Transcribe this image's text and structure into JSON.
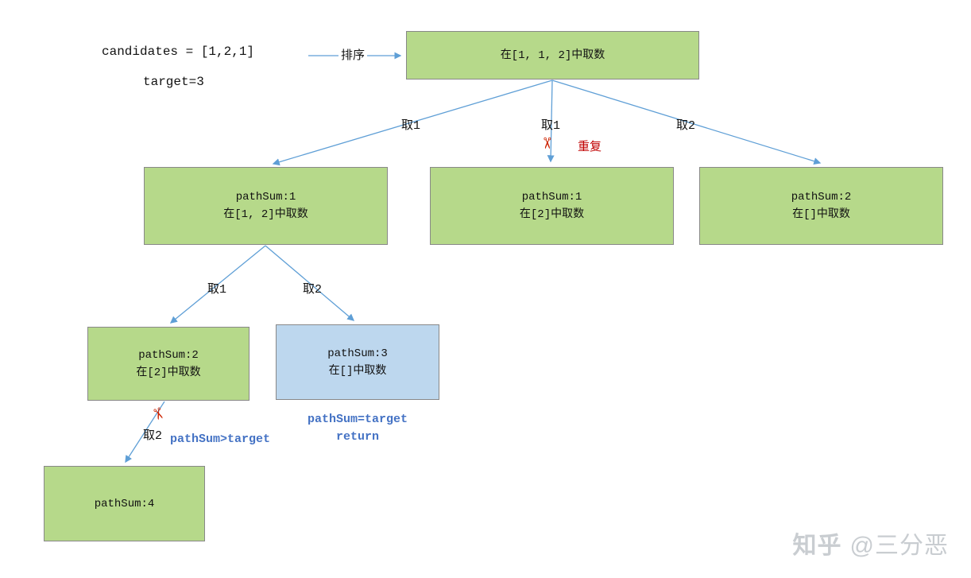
{
  "header": {
    "candidates": "candidates = [1,2,1]",
    "target": "target=3"
  },
  "edge_labels": {
    "sort": "排序",
    "root_left": "取1",
    "root_mid": "取1",
    "root_right": "取2",
    "n1_left": "取1",
    "n1_right": "取2",
    "n4_down": "取2"
  },
  "nodes": {
    "root": {
      "title": "在[1, 1, 2]中取数"
    },
    "n1": {
      "sum": "pathSum:1",
      "title": "在[1, 2]中取数"
    },
    "n2": {
      "sum": "pathSum:1",
      "title": "在[2]中取数"
    },
    "n3": {
      "sum": "pathSum:2",
      "title": "在[]中取数"
    },
    "n4": {
      "sum": "pathSum:2",
      "title": "在[2]中取数"
    },
    "n5": {
      "sum": "pathSum:3",
      "title": "在[]中取数"
    },
    "n6": {
      "sum": "pathSum:4"
    }
  },
  "annotations": {
    "duplicate": "重复",
    "target_hit_line1": "pathSum=target",
    "target_hit_line2": "return",
    "overflow": "pathSum>target"
  },
  "icons": {
    "scissors": "✂"
  },
  "watermark": {
    "logo": "知乎",
    "handle": "@三分恶"
  },
  "colors": {
    "node_green": "#b6d98a",
    "node_blue": "#bdd7ee",
    "arrow_blue": "#5f9fd6",
    "cut_red": "#cc2200",
    "note_blue": "#4472c4",
    "watermark_gray": "#c9cdd1"
  }
}
